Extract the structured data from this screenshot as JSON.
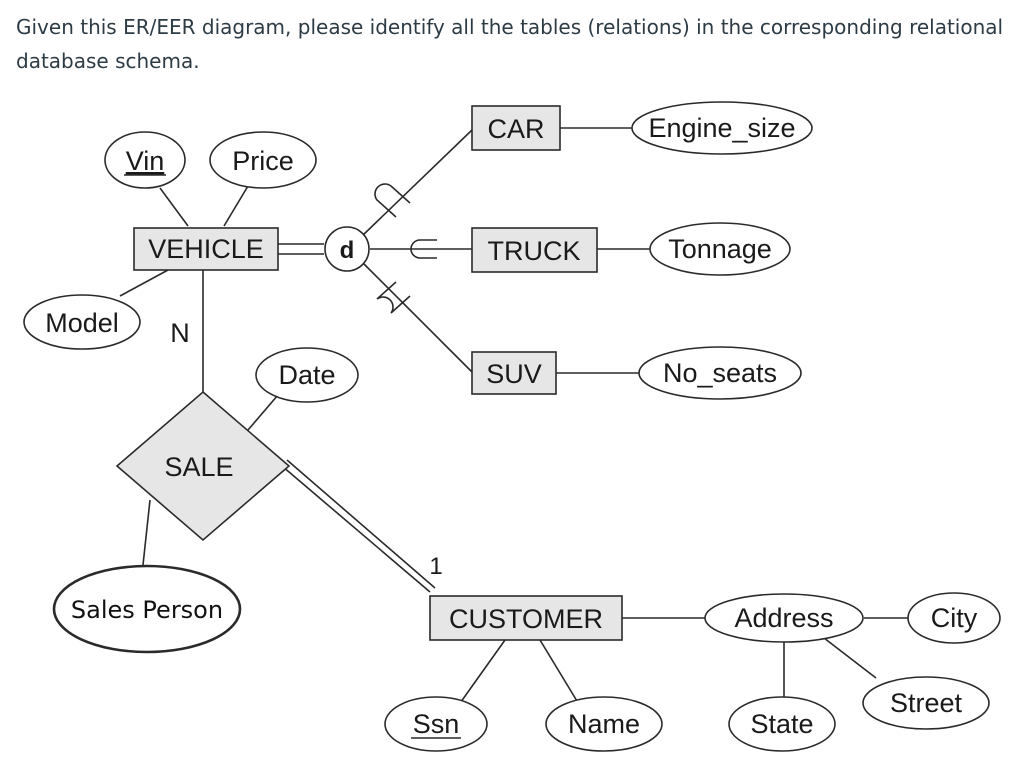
{
  "question": "Given this ER/EER diagram, please identify all the tables (relations) in the corresponding relational database schema.",
  "diagram": {
    "entities": {
      "vehicle": "VEHICLE",
      "car": "CAR",
      "truck": "TRUCK",
      "suv": "SUV",
      "customer": "CUSTOMER"
    },
    "relationship": "SALE",
    "specialization": "d",
    "attributes": {
      "vin": "Vin",
      "price": "Price",
      "model": "Model",
      "engine_size": "Engine_size",
      "tonnage": "Tonnage",
      "no_seats": "No_seats",
      "date": "Date",
      "sales_person": "Sales Person",
      "ssn": "Ssn",
      "name": "Name",
      "address": "Address",
      "city": "City",
      "street": "Street",
      "state": "State"
    },
    "cardinality": {
      "vehicle_side": "N",
      "customer_side": "1"
    },
    "key_attributes": [
      "Vin",
      "Ssn"
    ]
  }
}
